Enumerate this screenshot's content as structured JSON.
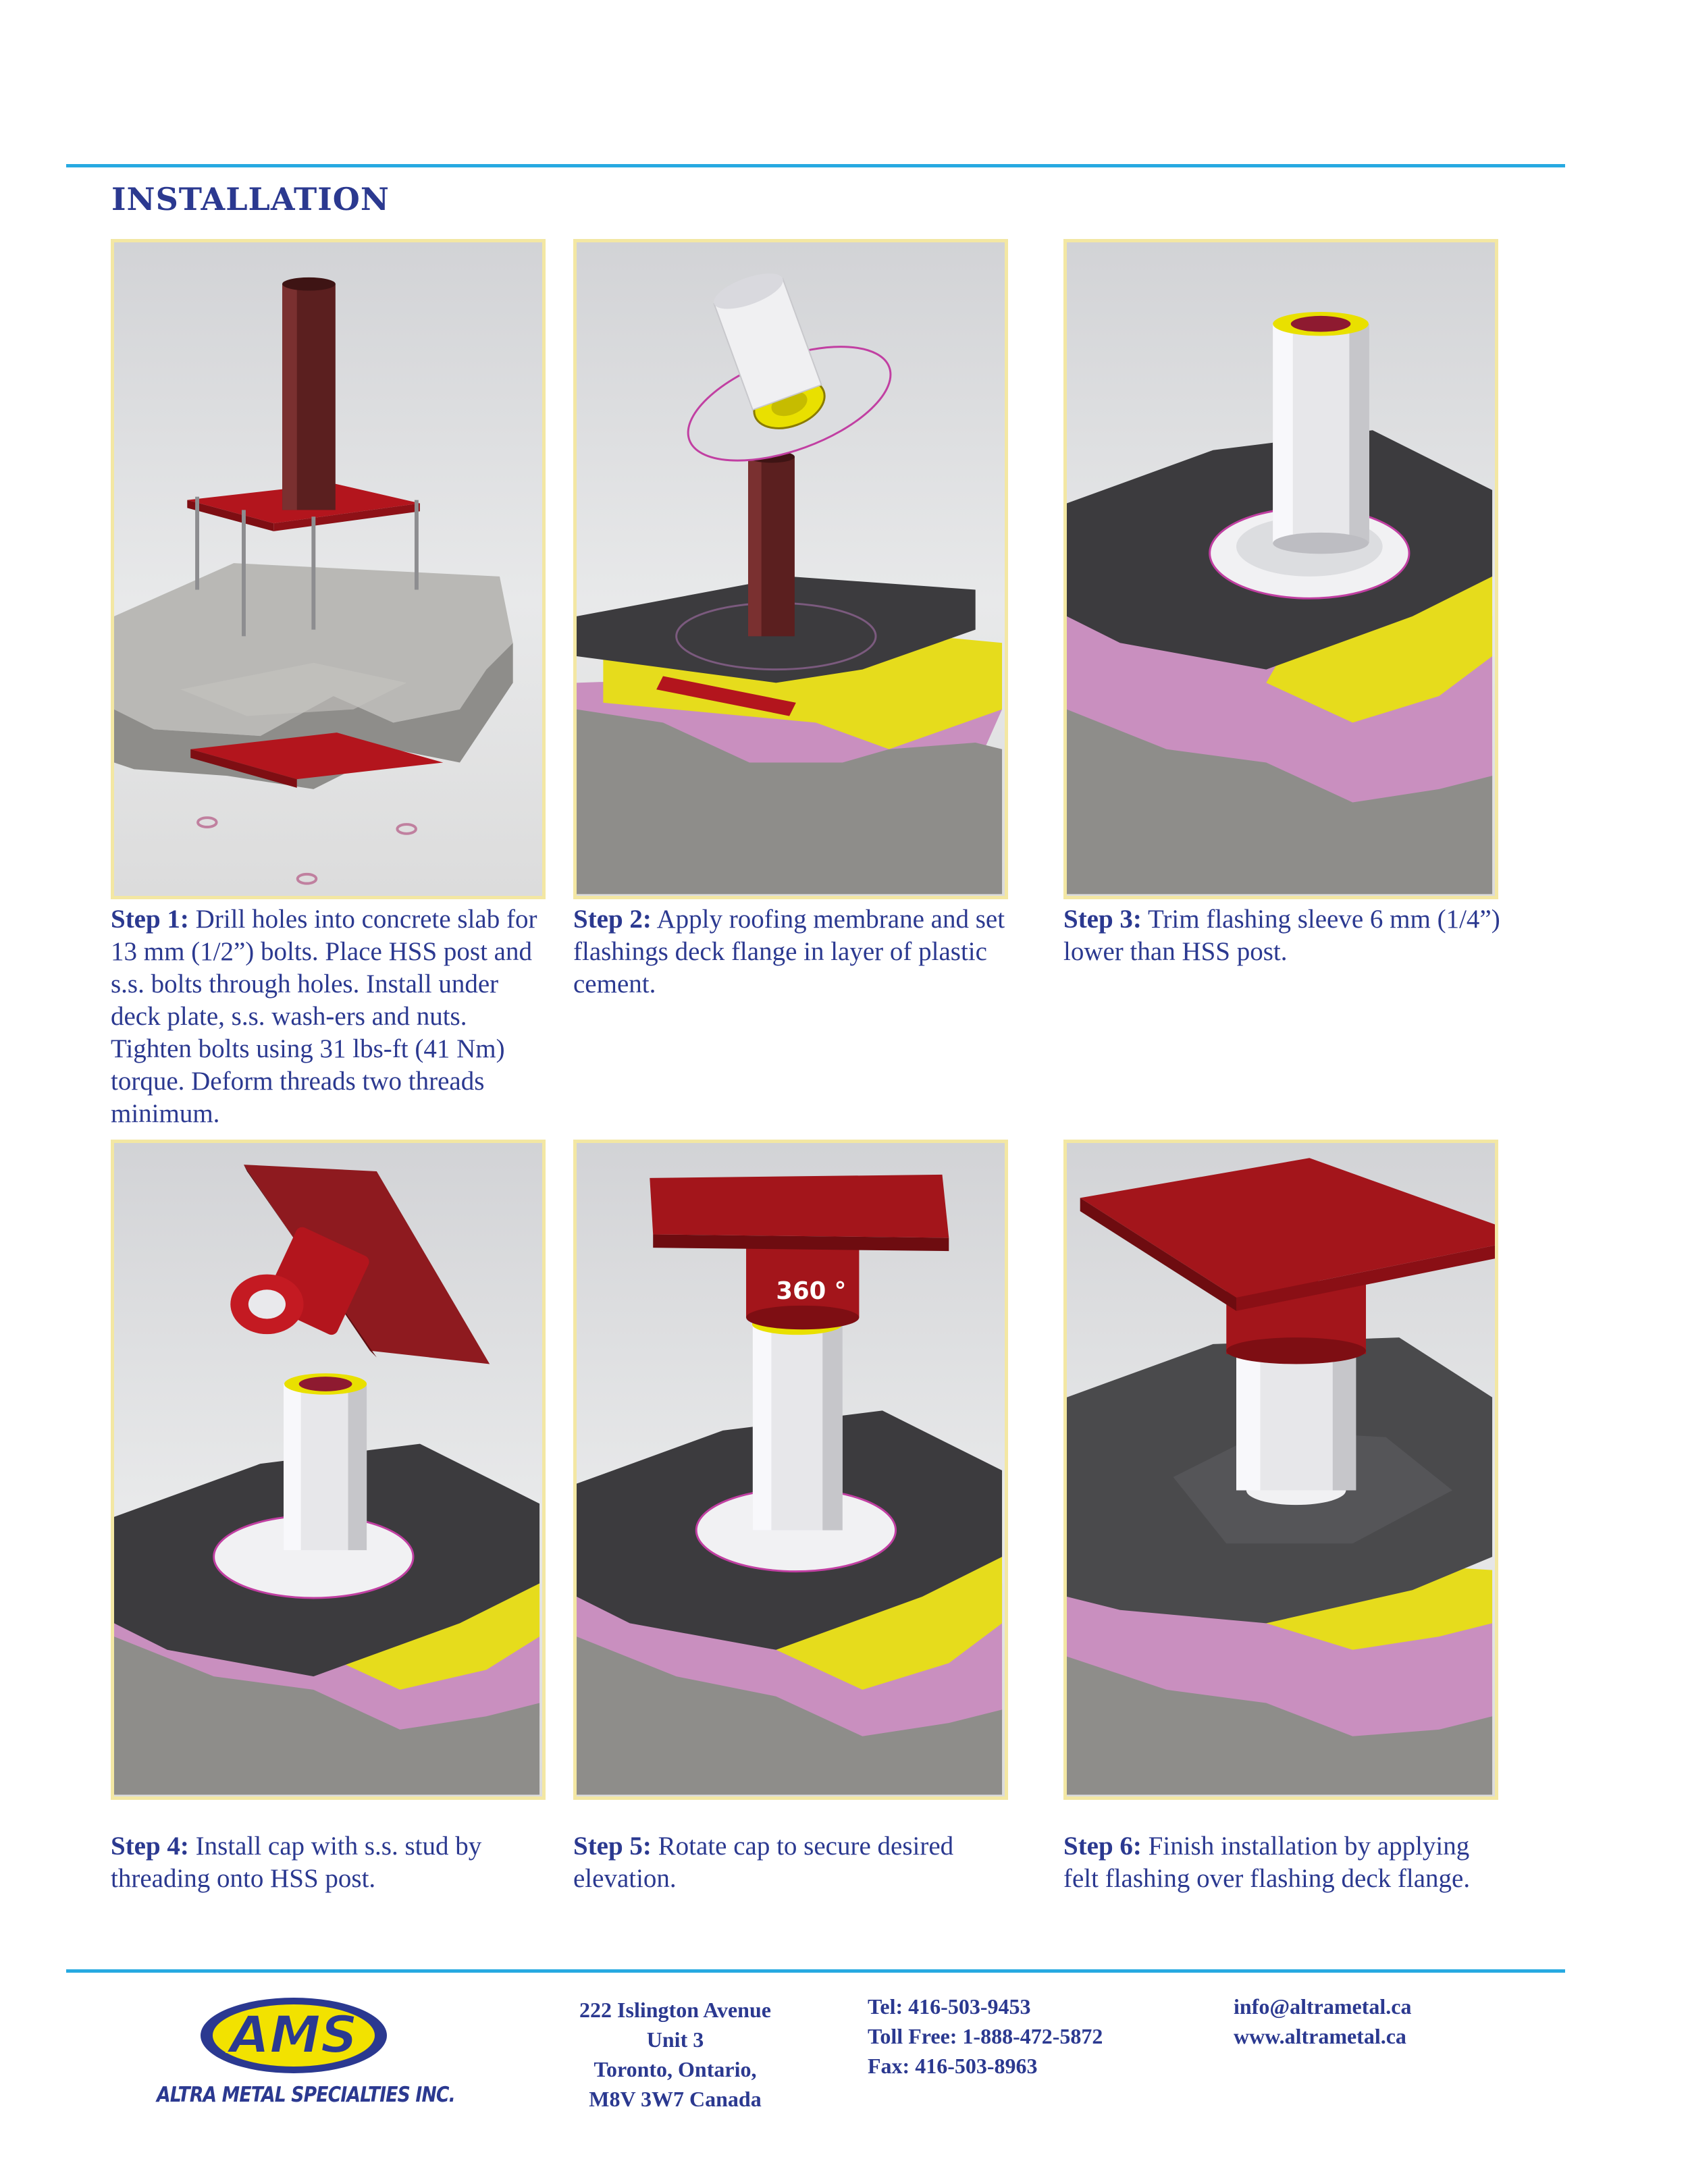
{
  "section_title": "INSTALLATION",
  "steps": [
    {
      "label": "Step 1:",
      "text": " Drill holes into concrete slab for 13 mm (1/2”) bolts. Place HSS post and s.s. bolts through holes. Install under deck plate, s.s. wash-ers and nuts. Tighten  bolts using 31 lbs-ft (41 Nm) torque. Deform threads two threads minimum."
    },
    {
      "label": "Step 2:",
      "text": " Apply roofing membrane and set flashings deck flange in layer of plastic cement."
    },
    {
      "label": "Step 3:",
      "text": " Trim flashing sleeve 6 mm (1/4”) lower than HSS post."
    },
    {
      "label": "Step 4:",
      "text": " Install cap with s.s. stud by threading onto HSS post."
    },
    {
      "label": "Step 5:",
      "text": " Rotate cap to secure desired elevation."
    },
    {
      "label": "Step 6:",
      "text": "  Finish installation by applying felt flashing over flashing deck flange."
    }
  ],
  "image_label_step5": "360 °",
  "footer": {
    "logo_letters": "AMS",
    "company": "ALTRA METAL SPECIALTIES INC.",
    "address": [
      "222 Islington Avenue",
      "Unit 3",
      "Toronto, Ontario,",
      "M8V 3W7 Canada"
    ],
    "phones": [
      "Tel:  416-503-9453",
      "Toll Free:  1-888-472-5872",
      "Fax:  416-503-8963"
    ],
    "web": [
      "info@altrametal.ca",
      "www.altrametal.ca"
    ]
  },
  "colors": {
    "rule": "#27a9e1",
    "text": "#2b3990",
    "frame": "#f3e7a3",
    "cap_red": "#a3151b",
    "post_brown": "#5b1f1f",
    "flange_yellow": "#f2e200"
  }
}
